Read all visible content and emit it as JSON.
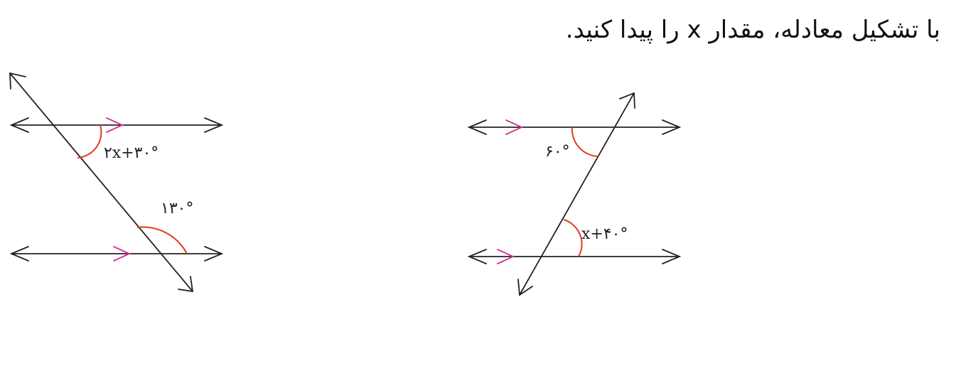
{
  "instruction": "با تشکیل معادله، مقدار x را پیدا کنید.",
  "figure_left": {
    "angle_top_label": "۲x+۳۰°",
    "angle_bottom_label": "۱۳۰°"
  },
  "figure_right": {
    "angle_top_label": "۶۰°",
    "angle_bottom_label": "x+۴۰°"
  },
  "colors": {
    "line": "#222222",
    "parallel_mark": "#d4338f",
    "angle_arc": "#e23b22"
  }
}
